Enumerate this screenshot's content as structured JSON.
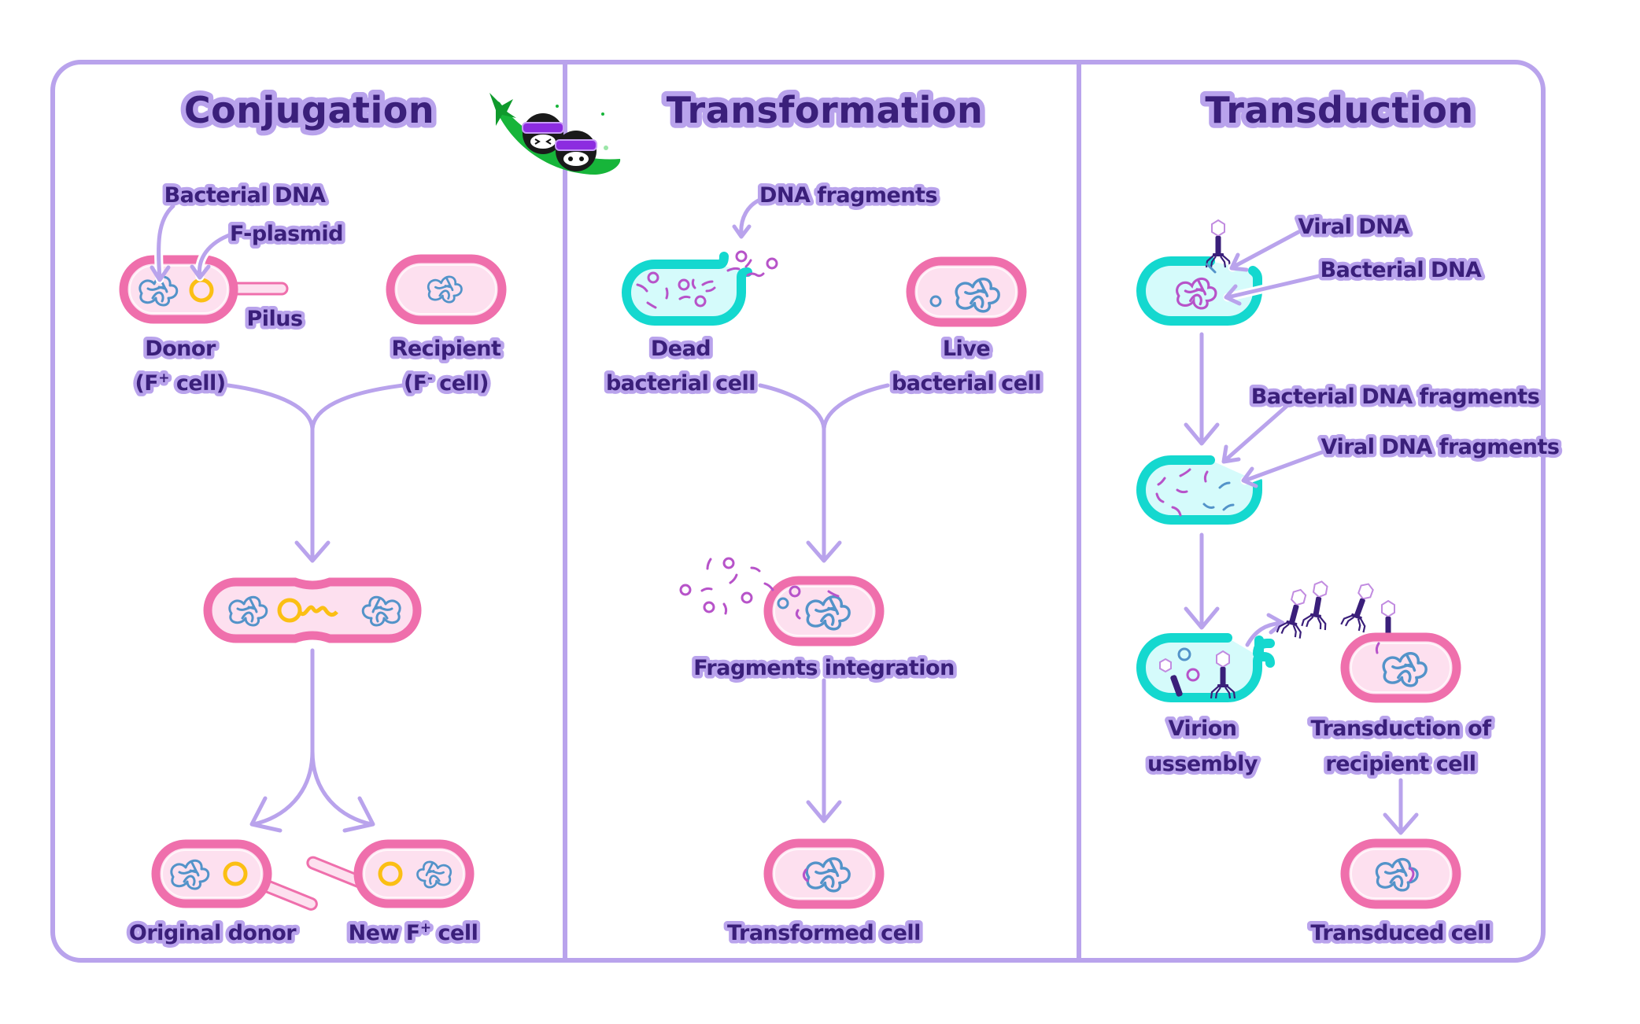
{
  "figure": {
    "colors": {
      "frame": "#b9a3ec",
      "label_text": "#3a1f7a",
      "label_outline": "#b9a3ec",
      "pink_cell_wall": "#ef6fac",
      "pink_cell_fill": "#fde0ef",
      "teal_cell_wall": "#14d8cf",
      "teal_cell_fill": "#d5fbfb",
      "bacterial_dna": "#5393c9",
      "fragment_dna": "#b753c9",
      "plasmid": "#fbbf14",
      "phage": "#3a1f7a"
    },
    "logo": {
      "icon": "peapod-mascot-icon"
    }
  },
  "panels": {
    "conjugation": {
      "title": "Conjugation",
      "labels": {
        "bacterial_dna": "Bacterial DNA",
        "f_plasmid": "F-plasmid",
        "pilus": "Pilus",
        "donor_line1": "Donor",
        "donor_line2_prefix": "(F",
        "donor_line2_sup": "+",
        "donor_line2_suffix": " cell)",
        "recipient_line1": "Recipient",
        "recipient_line2_prefix": "(F",
        "recipient_line2_sup": "-",
        "recipient_line2_suffix": " cell)",
        "original_donor": "Original donor",
        "new_cell_prefix": "New F",
        "new_cell_sup": "+",
        "new_cell_suffix": " cell"
      }
    },
    "transformation": {
      "title": "Transformation",
      "labels": {
        "dna_fragments": "DNA fragments",
        "dead_line1": "Dead",
        "dead_line2": "bacterial cell",
        "live_line1": "Live",
        "live_line2": "bacterial cell",
        "fragments_integration": "Fragments integration",
        "transformed_cell": "Transformed cell"
      }
    },
    "transduction": {
      "title": "Transduction",
      "labels": {
        "viral_dna": "Viral DNA",
        "bacterial_dna": "Bacterial DNA",
        "bacterial_dna_fragments": "Bacterial DNA fragments",
        "viral_dna_fragments": "Viral DNA fragments",
        "virion_line1": "Virion",
        "virion_line2": "ussembly",
        "transduction_line1": "Transduction of",
        "transduction_line2": "recipient cell",
        "transduced_cell": "Transduced cell"
      }
    }
  }
}
